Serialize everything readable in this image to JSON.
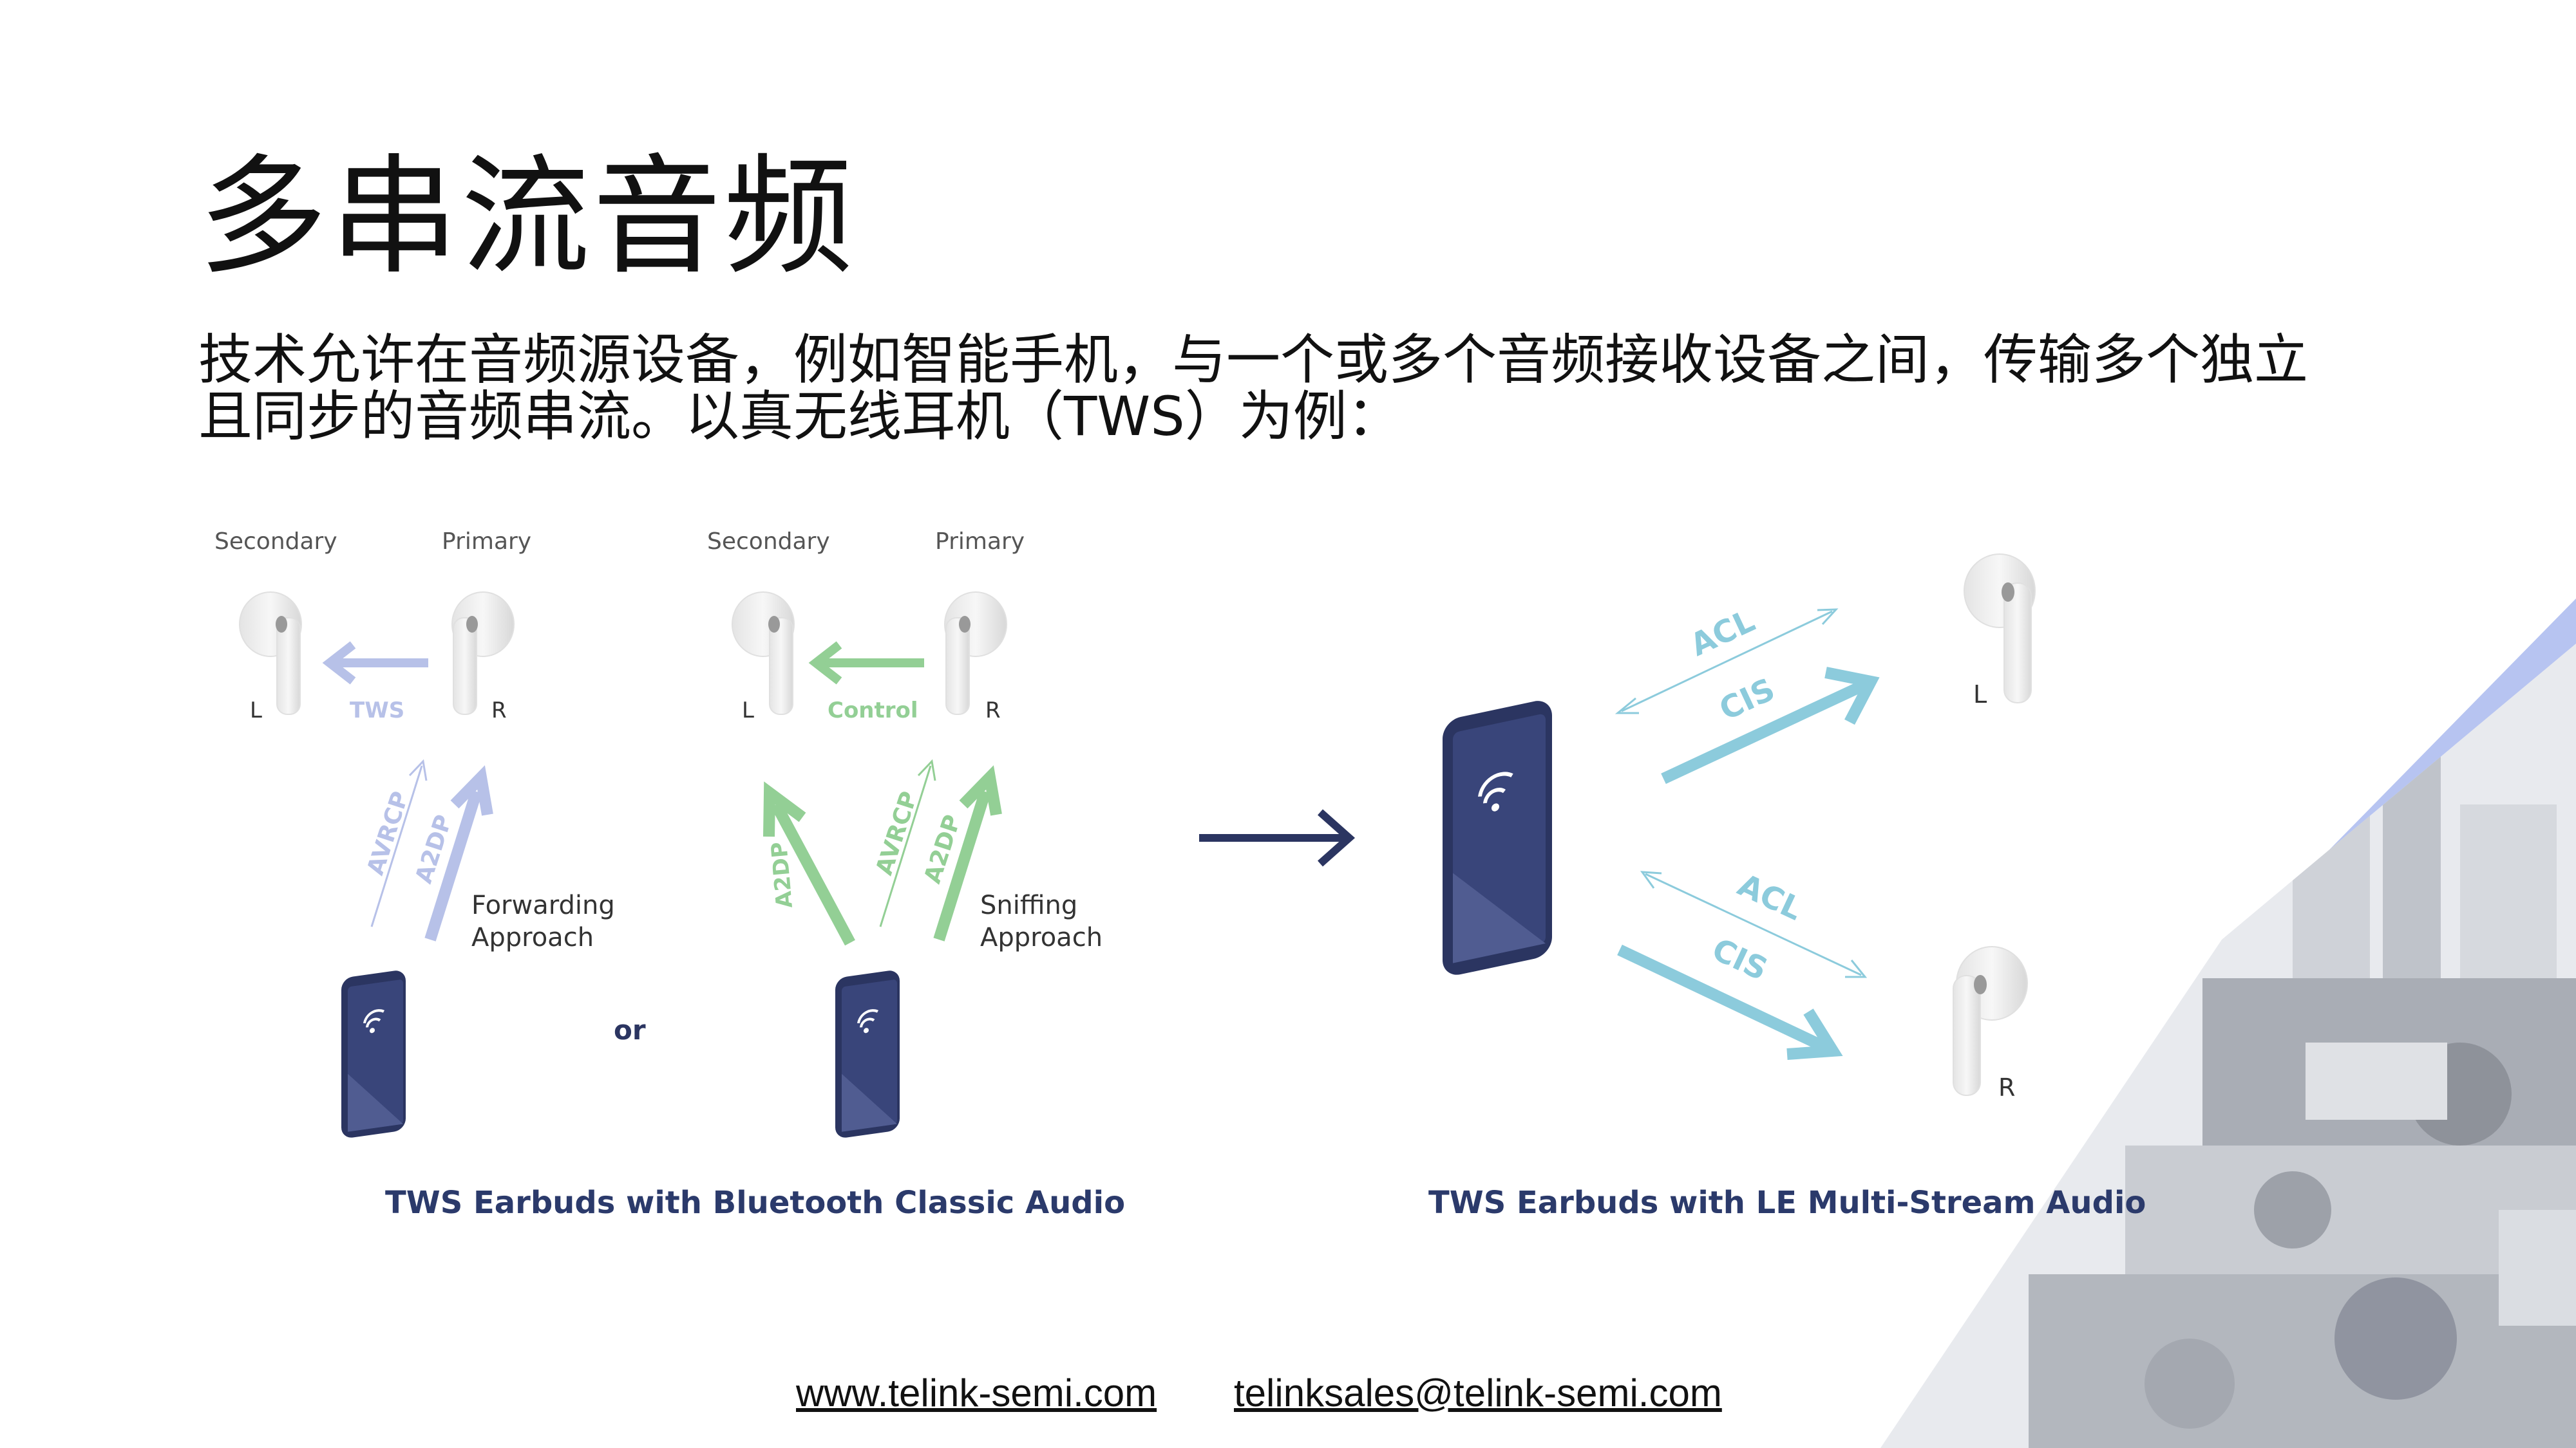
{
  "slide": {
    "title": "多串流音频",
    "intro_line1": "技术允许在音频源设备，例如智能手机，与一个或多个音频接收设备之间，传输多个独立",
    "intro_line2": "且同步的音频串流。以真无线耳机（TWS）为例："
  },
  "classic": {
    "left_group": {
      "secondary": "Secondary",
      "primary": "Primary",
      "left": "L",
      "right": "R",
      "link": "TWS",
      "up1": "AVRCP",
      "up2": "A2DP",
      "approach_line1": "Forwarding",
      "approach_line2": "Approach"
    },
    "or_label": "or",
    "right_group": {
      "secondary": "Secondary",
      "primary": "Primary",
      "left": "L",
      "right": "R",
      "link": "Control",
      "up0": "A2DP",
      "up1": "AVRCP",
      "up2": "A2DP",
      "approach_line1": "Sniffing",
      "approach_line2": "Approach"
    },
    "caption": "TWS Earbuds with Bluetooth Classic Audio"
  },
  "le": {
    "top_acl": "ACL",
    "top_cis": "CIS",
    "bottom_acl": "ACL",
    "bottom_cis": "CIS",
    "left": "L",
    "right": "R",
    "caption": "TWS Earbuds with LE Multi-Stream Audio"
  },
  "footer": {
    "website": "www.telink-semi.com",
    "email": "telinksales@telink-semi.com"
  },
  "colors": {
    "navy": "#2b3561",
    "lavender": "#b7c1e8",
    "green": "#93cf95",
    "cyan": "#8ccbdc",
    "caption": "#2b3a6b"
  }
}
